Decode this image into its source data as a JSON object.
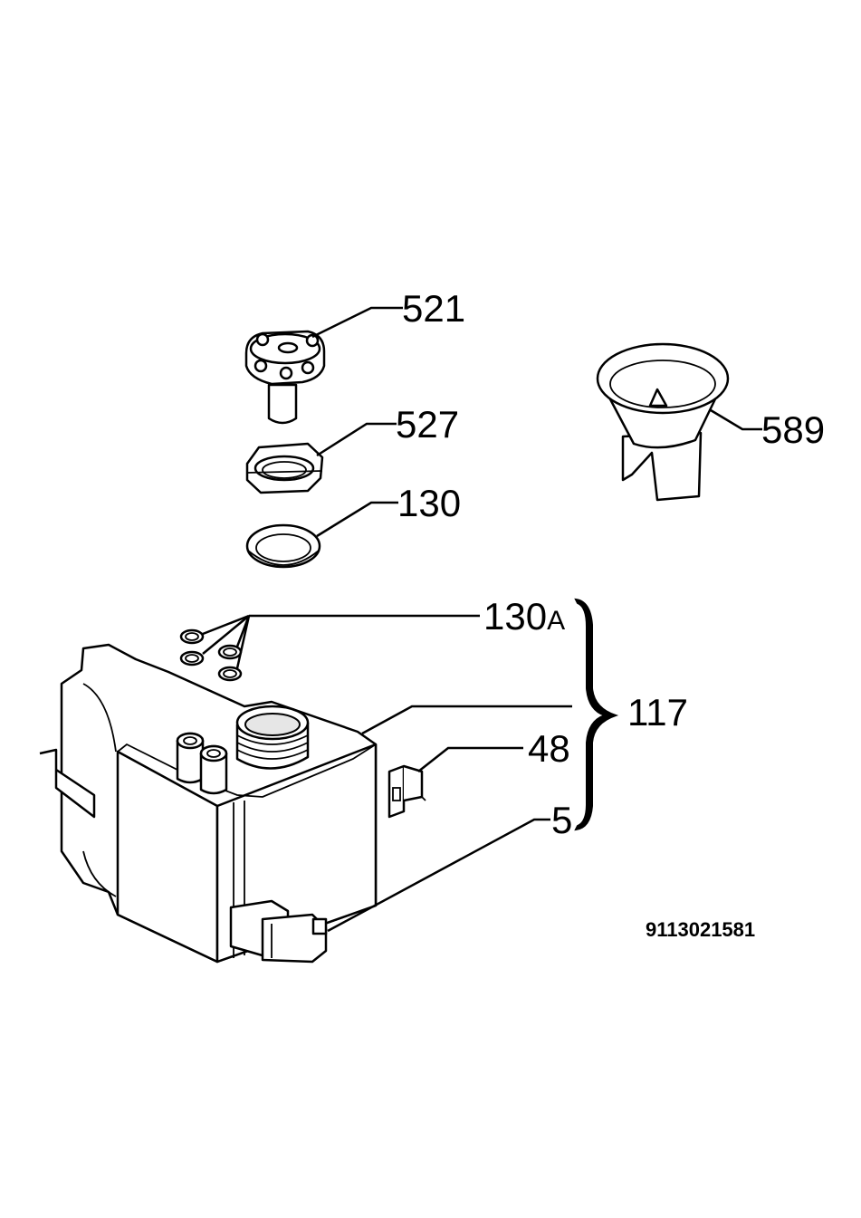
{
  "drawing_code": "9113021581",
  "callouts": {
    "c521": "521",
    "c527": "527",
    "c130": "130",
    "c589": "589",
    "c130a_num": "130",
    "c130a_suffix": "A",
    "c117": "117",
    "c48": "48",
    "c5": "5"
  }
}
